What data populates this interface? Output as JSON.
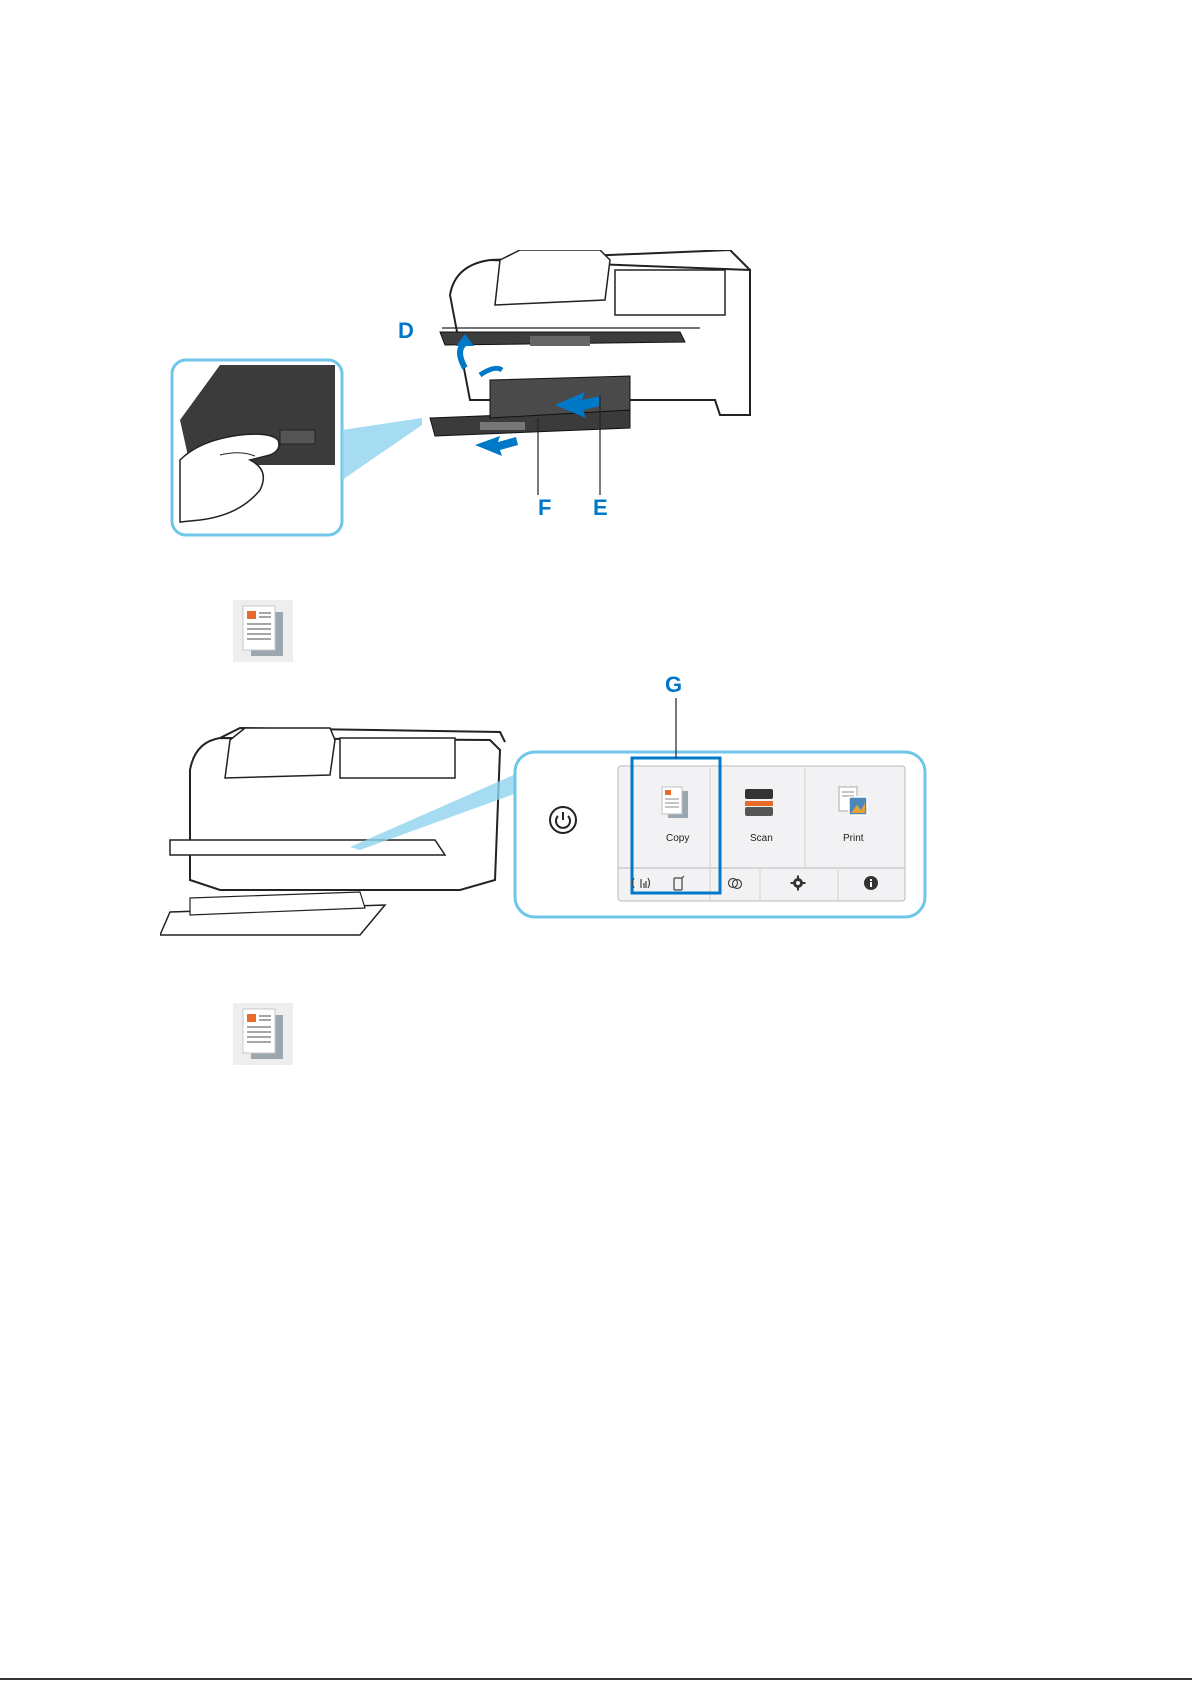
{
  "figure1": {
    "callouts": {
      "d": "D",
      "e": "E",
      "f": "F"
    }
  },
  "figure2": {
    "callout_g": "G",
    "panel": {
      "tiles": [
        {
          "label": "Copy",
          "icon": "copy-icon"
        },
        {
          "label": "Scan",
          "icon": "scan-icon"
        },
        {
          "label": "Print",
          "icon": "print-icon"
        }
      ],
      "bottom_icons": [
        "wireless-icon",
        "phone-icon",
        "link-icon",
        "gear-icon",
        "info-icon"
      ],
      "power_icon": "power-icon"
    }
  },
  "colors": {
    "accent": "#0078c8",
    "highlight_frame": "#6ec6e8",
    "panel_bg": "#f2f2f4"
  }
}
